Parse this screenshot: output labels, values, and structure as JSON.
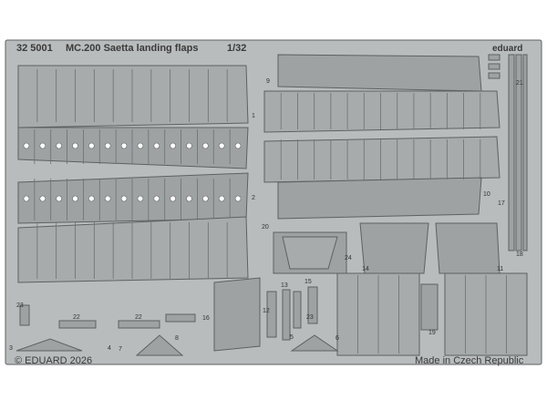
{
  "header": {
    "product_code": "32 5001",
    "title": "MC.200 Saetta landing flaps",
    "scale": "1/32",
    "brand": "eduard"
  },
  "footer": {
    "copyright": "© EDUARD 2026",
    "origin": "Made in Czech Republic"
  },
  "part_numbers": {
    "n1": "1",
    "n2": "2",
    "n3": "3",
    "n4": "4",
    "n5": "5",
    "n6": "6",
    "n7": "7",
    "n8": "8",
    "n9": "9",
    "n10": "10",
    "n11": "11",
    "n12": "12",
    "n13": "13",
    "n14": "14",
    "n15": "15",
    "n16": "16",
    "n17": "17",
    "n18": "18",
    "n19": "19",
    "n20": "20",
    "n21": "21",
    "n22a": "22",
    "n22b": "22",
    "n23a": "23",
    "n23b": "23",
    "n24": "24"
  },
  "colors": {
    "fret_metal": "#b9bcbd",
    "part_metal": "#9ea2a3",
    "etch_line": "#5d6163",
    "background": "#ffffff"
  }
}
